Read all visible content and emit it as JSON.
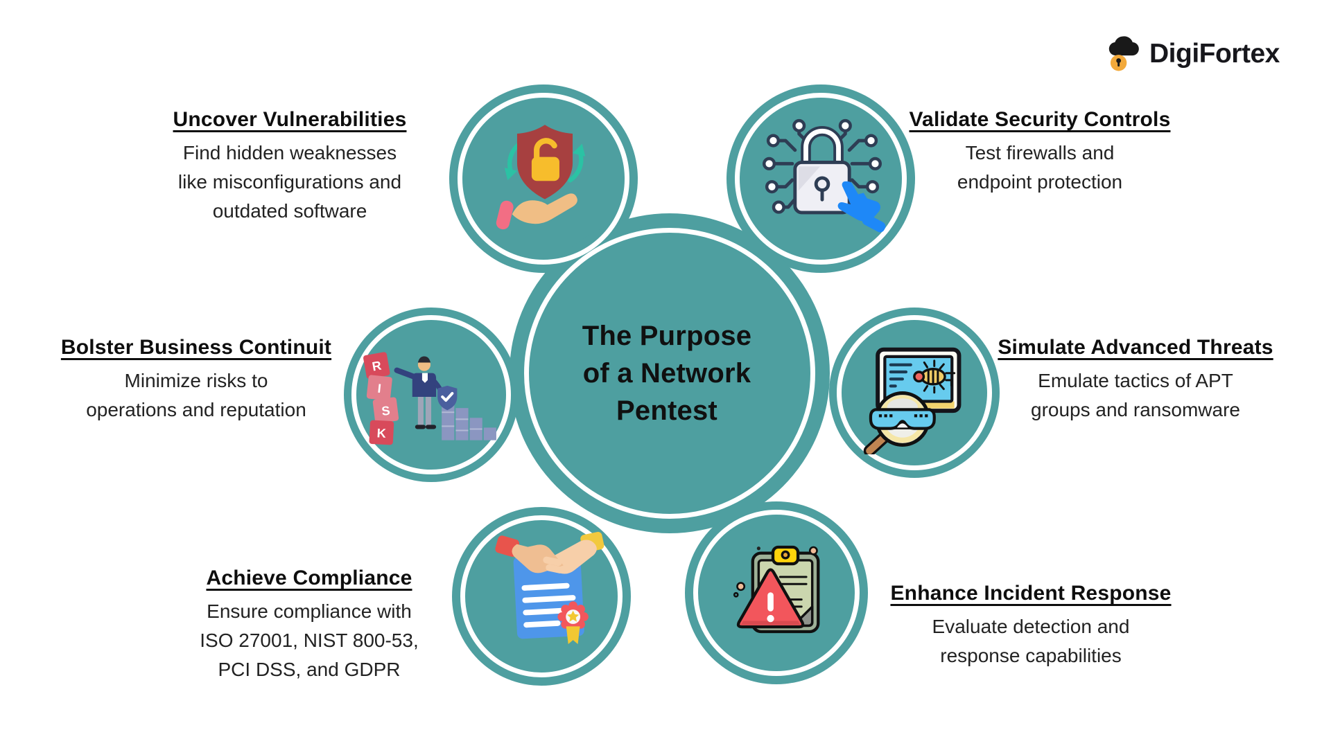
{
  "logo": {
    "text": "DigiFortex",
    "icon": "cloud-lock-icon"
  },
  "center": {
    "title": "The Purpose\nof a Network\nPentest"
  },
  "nodes": [
    {
      "id": "uncover-vulnerabilities",
      "title": "Uncover Vulnerabilities",
      "description": "Find hidden weaknesses\nlike misconfigurations and\noutdated software",
      "icon": "shield-lock-hand-icon"
    },
    {
      "id": "validate-security-controls",
      "title": "Validate Security Controls",
      "description": "Test firewalls and\nendpoint protection",
      "icon": "circuit-padlock-click-icon"
    },
    {
      "id": "bolster-business-continuity",
      "title": "Bolster Business Continuit",
      "description": "Minimize risks to\noperations and reputation",
      "icon": "risk-blocks-man-icon"
    },
    {
      "id": "simulate-advanced-threats",
      "title": "Simulate Advanced Threats",
      "description": "Emulate tactics of APT\ngroups and ransomware",
      "icon": "bug-monitor-magnifier-icon"
    },
    {
      "id": "achieve-compliance",
      "title": "Achieve Compliance",
      "description": "Ensure compliance with\nISO 27001, NIST 800-53,\nPCI DSS, and GDPR",
      "icon": "handshake-certificate-icon"
    },
    {
      "id": "enhance-incident-response",
      "title": "Enhance Incident Response",
      "description": "Evaluate detection and\nresponse capabilities",
      "icon": "warning-clipboard-icon"
    }
  ],
  "colors": {
    "teal": "#4E9FA0",
    "ring": "#FFFFFF",
    "heading": "#0E0E0E",
    "body_text": "#222222",
    "logo_text": "#17171C",
    "logo_lock_orange": "#F2A93B"
  }
}
